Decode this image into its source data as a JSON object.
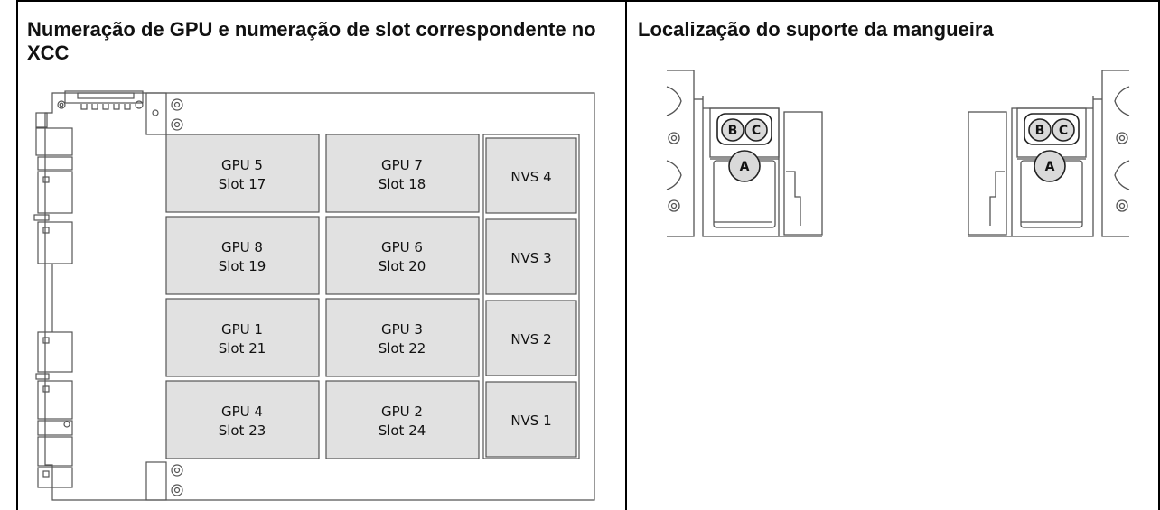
{
  "left_panel": {
    "title": "Numeração de GPU e numeração de slot correspondente no XCC",
    "gpus": [
      {
        "name": "GPU 5",
        "slot": "Slot 17"
      },
      {
        "name": "GPU 7",
        "slot": "Slot 18"
      },
      {
        "name": "GPU 8",
        "slot": "Slot 19"
      },
      {
        "name": "GPU 6",
        "slot": "Slot 20"
      },
      {
        "name": "GPU 1",
        "slot": "Slot 21"
      },
      {
        "name": "GPU 3",
        "slot": "Slot 22"
      },
      {
        "name": "GPU 4",
        "slot": "Slot 23"
      },
      {
        "name": "GPU 2",
        "slot": "Slot 24"
      }
    ],
    "nvs": [
      "NVS 4",
      "NVS 3",
      "NVS 2",
      "NVS 1"
    ]
  },
  "right_panel": {
    "title": "Localização do suporte da mangueira",
    "callouts": {
      "a": "A",
      "b": "B",
      "c": "C"
    }
  },
  "colors": {
    "module_fill": "#e1e1e1",
    "line": "#000000",
    "board_stroke": "#555555"
  }
}
